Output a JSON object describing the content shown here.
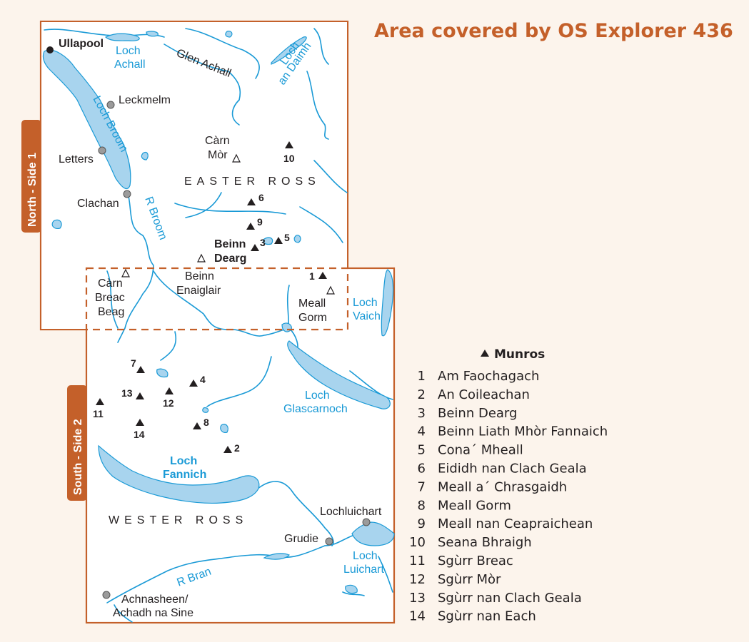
{
  "title": "Area covered by OS Explorer 436",
  "colors": {
    "accent": "#c4602a",
    "water": "#1a9ad6",
    "lake_fill": "#a8d4ee",
    "background": "#fcf4ec"
  },
  "tabs": {
    "north": "North - Side 1",
    "south": "South - Side 2"
  },
  "legend": {
    "heading": "Munros",
    "icon": "triangle-peak-icon",
    "items": [
      {
        "n": "1",
        "name": "Am Faochagach"
      },
      {
        "n": "2",
        "name": "An Coileachan"
      },
      {
        "n": "3",
        "name": "Beinn Dearg"
      },
      {
        "n": "4",
        "name": "Beinn Liath Mhòr Fannaich"
      },
      {
        "n": "5",
        "name": "Cona´ Mheall"
      },
      {
        "n": "6",
        "name": "Eididh nan Clach Geala"
      },
      {
        "n": "7",
        "name": "Meall a´ Chrasgaidh"
      },
      {
        "n": "8",
        "name": "Meall Gorm"
      },
      {
        "n": "9",
        "name": "Meall nan Ceapraichean"
      },
      {
        "n": "10",
        "name": "Seana Bhraigh"
      },
      {
        "n": "11",
        "name": "Sgùrr Breac"
      },
      {
        "n": "12",
        "name": "Sgùrr Mòr"
      },
      {
        "n": "13",
        "name": "Sgùrr nan Clach Geala"
      },
      {
        "n": "14",
        "name": "Sgùrr nan Each"
      }
    ]
  },
  "places": {
    "ullapool": "Ullapool",
    "leckmelm": "Leckmelm",
    "letters": "Letters",
    "clachan": "Clachan",
    "glen_achall": "Glen Achall",
    "carn_mor_1": "Càrn",
    "carn_mor_2": "Mòr",
    "easter_ross": "EASTER ROSS",
    "beinn_dearg_1": "Beinn",
    "beinn_dearg_2": "Dearg",
    "beinn_enaiglair_1": "Beinn",
    "beinn_enaiglair_2": "Enaiglair",
    "carn_breac_1": "Càrn",
    "carn_breac_2": "Breac",
    "carn_breac_3": "Beag",
    "meall_gorm_1": "Meall",
    "meall_gorm_2": "Gorm",
    "wester_ross": "WESTER ROSS",
    "lochluichart": "Lochluichart",
    "grudie": "Grudie",
    "achnasheen_1": "Achnasheen/",
    "achnasheen_2": "Achadh na Sine"
  },
  "water": {
    "loch_achall_1": "Loch",
    "loch_achall_2": "Achall",
    "loch_an_daimh_1": "Loch",
    "loch_an_daimh_2": "an Daimh",
    "loch_broom": "Loch Broom",
    "r_broom": "R Broom",
    "loch_vaich_1": "Loch",
    "loch_vaich_2": "Vaich",
    "loch_glascarnoch_1": "Loch",
    "loch_glascarnoch_2": "Glascarnoch",
    "loch_fannich_1": "Loch",
    "loch_fannich_2": "Fannich",
    "loch_luichart_1": "Loch",
    "loch_luichart_2": "Luichart",
    "r_bran": "R Bran"
  },
  "peaks": {
    "p1": "1",
    "p2": "2",
    "p3": "3",
    "p4": "4",
    "p5": "5",
    "p6": "6",
    "p7": "7",
    "p8": "8",
    "p9": "9",
    "p10": "10",
    "p11": "11",
    "p12": "12",
    "p13": "13",
    "p14": "14"
  }
}
